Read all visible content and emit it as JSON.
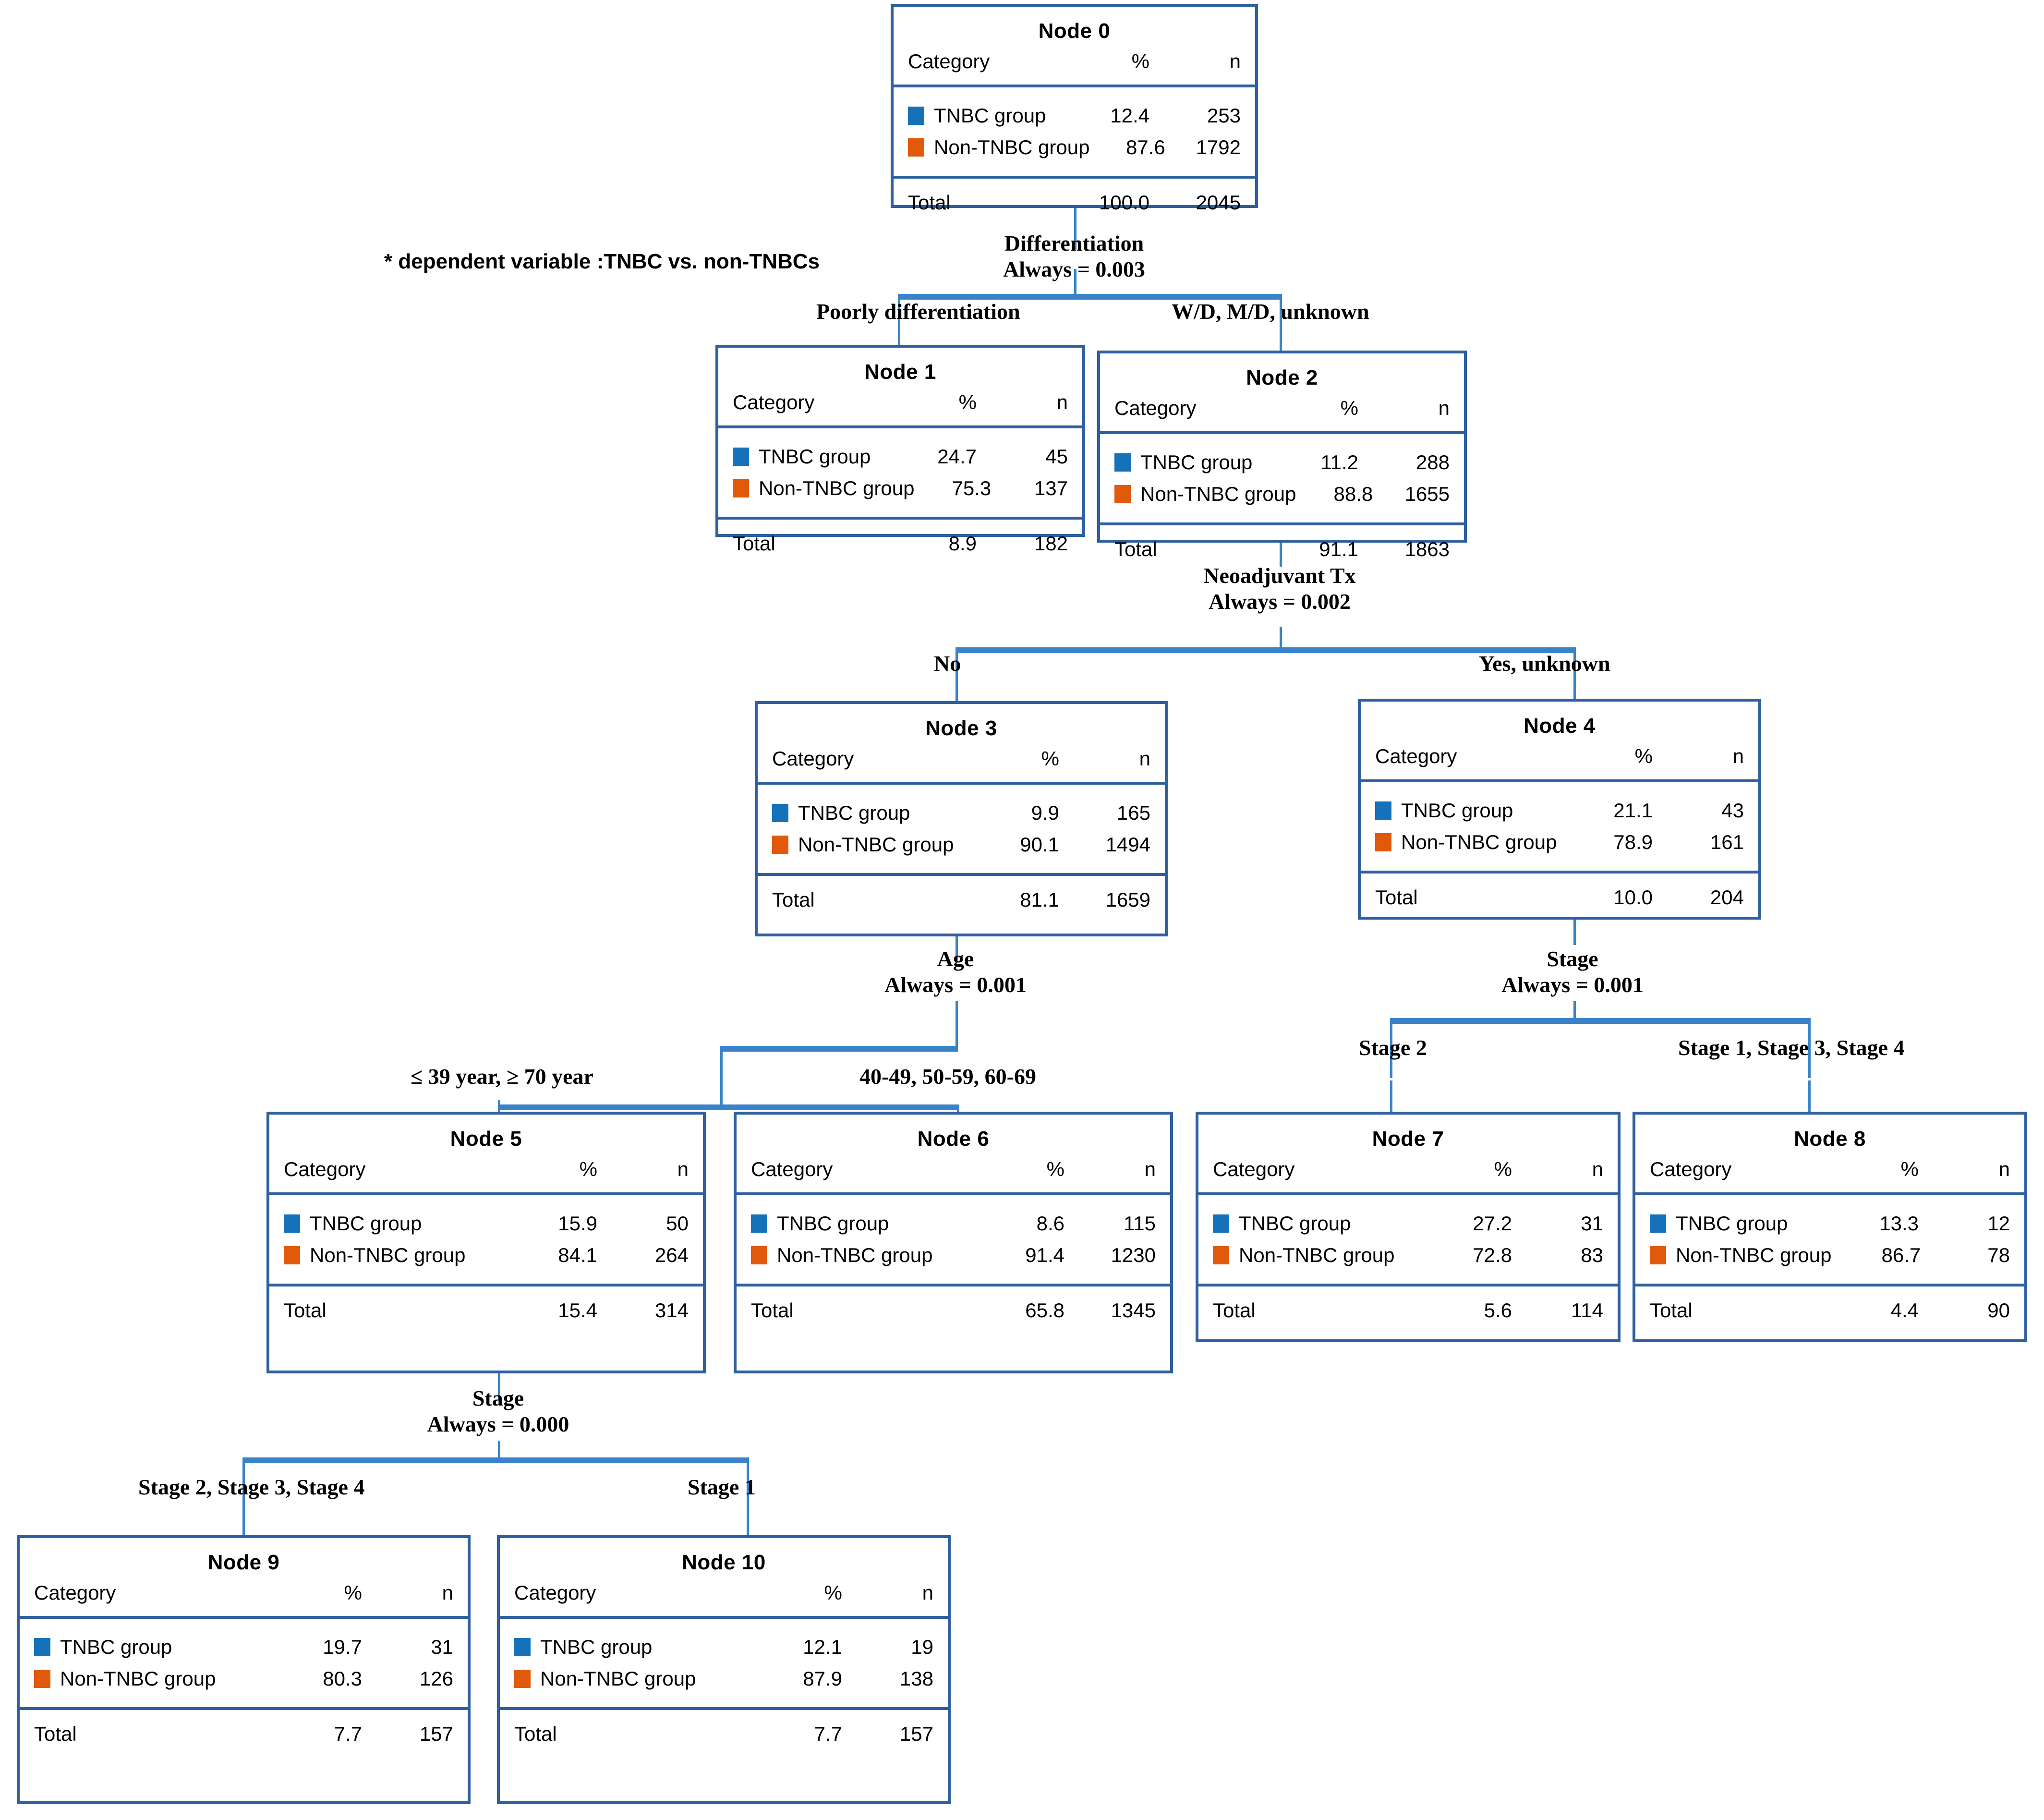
{
  "footnote": "* dependent variable :TNBC  vs.  non-TNBCs",
  "columns": {
    "category": "Category",
    "percent": "%",
    "count": "n",
    "total": "Total"
  },
  "legend": {
    "tnbc": "TNBC group",
    "non_tnbc": "Non-TNBC group",
    "tnbc_color": "#1572b8",
    "non_tnbc_color": "#e1590b"
  },
  "colors": {
    "node_border": "#2e5f9e",
    "connector": "#3b83c9",
    "background": "#ffffff",
    "text": "#000000"
  },
  "chart_data": {
    "type": "table",
    "title": "CHAID decision tree: TNBC vs non-TNBC",
    "dependent_variable": "TNBC vs. non-TNBCs",
    "categories": [
      "TNBC group",
      "Non-TNBC group"
    ],
    "nodes": [
      {
        "id": 0,
        "label": "Node 0",
        "tnbc_pct": 12.4,
        "tnbc_n": 253,
        "non_tnbc_pct": 87.6,
        "non_tnbc_n": 1792,
        "total_pct": 100.0,
        "total_n": 2045
      },
      {
        "id": 1,
        "label": "Node 1",
        "tnbc_pct": 24.7,
        "tnbc_n": 45,
        "non_tnbc_pct": 75.3,
        "non_tnbc_n": 137,
        "total_pct": 8.9,
        "total_n": 182
      },
      {
        "id": 2,
        "label": "Node 2",
        "tnbc_pct": 11.2,
        "tnbc_n": 288,
        "non_tnbc_pct": 88.8,
        "non_tnbc_n": 1655,
        "total_pct": 91.1,
        "total_n": 1863
      },
      {
        "id": 3,
        "label": "Node 3",
        "tnbc_pct": 9.9,
        "tnbc_n": 165,
        "non_tnbc_pct": 90.1,
        "non_tnbc_n": 1494,
        "total_pct": 81.1,
        "total_n": 1659
      },
      {
        "id": 4,
        "label": "Node 4",
        "tnbc_pct": 21.1,
        "tnbc_n": 43,
        "non_tnbc_pct": 78.9,
        "non_tnbc_n": 161,
        "total_pct": 10.0,
        "total_n": 204
      },
      {
        "id": 5,
        "label": "Node 5",
        "tnbc_pct": 15.9,
        "tnbc_n": 50,
        "non_tnbc_pct": 84.1,
        "non_tnbc_n": 264,
        "total_pct": 15.4,
        "total_n": 314
      },
      {
        "id": 6,
        "label": "Node 6",
        "tnbc_pct": 8.6,
        "tnbc_n": 115,
        "non_tnbc_pct": 91.4,
        "non_tnbc_n": 1230,
        "total_pct": 65.8,
        "total_n": 1345
      },
      {
        "id": 7,
        "label": "Node 7",
        "tnbc_pct": 27.2,
        "tnbc_n": 31,
        "non_tnbc_pct": 72.8,
        "non_tnbc_n": 83,
        "total_pct": 5.6,
        "total_n": 114
      },
      {
        "id": 8,
        "label": "Node 8",
        "tnbc_pct": 13.3,
        "tnbc_n": 12,
        "non_tnbc_pct": 86.7,
        "non_tnbc_n": 78,
        "total_pct": 4.4,
        "total_n": 90
      },
      {
        "id": 9,
        "label": "Node 9",
        "tnbc_pct": 19.7,
        "tnbc_n": 31,
        "non_tnbc_pct": 80.3,
        "non_tnbc_n": 126,
        "total_pct": 7.7,
        "total_n": 157
      },
      {
        "id": 10,
        "label": "Node 10",
        "tnbc_pct": 12.1,
        "tnbc_n": 19,
        "non_tnbc_pct": 87.9,
        "non_tnbc_n": 138,
        "total_pct": 7.7,
        "total_n": 157
      }
    ],
    "splits": [
      {
        "parent": 0,
        "variable": "Differentiation",
        "p_label": "Always = 0.003",
        "branches": [
          {
            "label": "Poorly differentiation",
            "child": 1
          },
          {
            "label": "W/D, M/D, unknown",
            "child": 2
          }
        ]
      },
      {
        "parent": 2,
        "variable": "Neoadjuvant Tx",
        "p_label": "Always = 0.002",
        "branches": [
          {
            "label": "No",
            "child": 3
          },
          {
            "label": "Yes, unknown",
            "child": 4
          }
        ]
      },
      {
        "parent": 3,
        "variable": "Age",
        "p_label": "Always = 0.001",
        "branches": [
          {
            "label": "≤ 39 year, ≥ 70 year",
            "child": 5
          },
          {
            "label": "40-49, 50-59, 60-69",
            "child": 6
          }
        ]
      },
      {
        "parent": 4,
        "variable": "Stage",
        "p_label": "Always = 0.001",
        "branches": [
          {
            "label": "Stage 2",
            "child": 7
          },
          {
            "label": "Stage 1, Stage 3, Stage 4",
            "child": 8
          }
        ]
      },
      {
        "parent": 5,
        "variable": "Stage",
        "p_label": "Always = 0.000",
        "branches": [
          {
            "label": "Stage 2, Stage 3, Stage 4",
            "child": 9
          },
          {
            "label": "Stage 1",
            "child": 10
          }
        ]
      }
    ]
  },
  "nodes": {
    "n0": {
      "title": "Node 0",
      "tnbc_pct": "12.4",
      "tnbc_n": "253",
      "ntnbc_pct": "87.6",
      "ntnbc_n": "1792",
      "tot_pct": "100.0",
      "tot_n": "2045"
    },
    "n1": {
      "title": "Node 1",
      "tnbc_pct": "24.7",
      "tnbc_n": "45",
      "ntnbc_pct": "75.3",
      "ntnbc_n": "137",
      "tot_pct": "8.9",
      "tot_n": "182"
    },
    "n2": {
      "title": "Node 2",
      "tnbc_pct": "11.2",
      "tnbc_n": "288",
      "ntnbc_pct": "88.8",
      "ntnbc_n": "1655",
      "tot_pct": "91.1",
      "tot_n": "1863"
    },
    "n3": {
      "title": "Node 3",
      "tnbc_pct": "9.9",
      "tnbc_n": "165",
      "ntnbc_pct": "90.1",
      "ntnbc_n": "1494",
      "tot_pct": "81.1",
      "tot_n": "1659"
    },
    "n4": {
      "title": "Node 4",
      "tnbc_pct": "21.1",
      "tnbc_n": "43",
      "ntnbc_pct": "78.9",
      "ntnbc_n": "161",
      "tot_pct": "10.0",
      "tot_n": "204"
    },
    "n5": {
      "title": "Node 5",
      "tnbc_pct": "15.9",
      "tnbc_n": "50",
      "ntnbc_pct": "84.1",
      "ntnbc_n": "264",
      "tot_pct": "15.4",
      "tot_n": "314"
    },
    "n6": {
      "title": "Node 6",
      "tnbc_pct": "8.6",
      "tnbc_n": "115",
      "ntnbc_pct": "91.4",
      "ntnbc_n": "1230",
      "tot_pct": "65.8",
      "tot_n": "1345"
    },
    "n7": {
      "title": "Node 7",
      "tnbc_pct": "27.2",
      "tnbc_n": "31",
      "ntnbc_pct": "72.8",
      "ntnbc_n": "83",
      "tot_pct": "5.6",
      "tot_n": "114"
    },
    "n8": {
      "title": "Node 8",
      "tnbc_pct": "13.3",
      "tnbc_n": "12",
      "ntnbc_pct": "86.7",
      "ntnbc_n": "78",
      "tot_pct": "4.4",
      "tot_n": "90"
    },
    "n9": {
      "title": "Node 9",
      "tnbc_pct": "19.7",
      "tnbc_n": "31",
      "ntnbc_pct": "80.3",
      "ntnbc_n": "126",
      "tot_pct": "7.7",
      "tot_n": "157"
    },
    "n10": {
      "title": "Node 10",
      "tnbc_pct": "12.1",
      "tnbc_n": "19",
      "ntnbc_pct": "87.9",
      "ntnbc_n": "138",
      "tot_pct": "7.7",
      "tot_n": "157"
    }
  },
  "splits": {
    "s0": {
      "variable": "Differentiation",
      "p": "Always = 0.003",
      "left": "Poorly differentiation",
      "right": "W/D, M/D, unknown"
    },
    "s2": {
      "variable": "Neoadjuvant Tx",
      "p": "Always = 0.002",
      "left": "No",
      "right": "Yes, unknown"
    },
    "s3": {
      "variable": "Age",
      "p": "Always = 0.001",
      "left": "≤ 39 year, ≥ 70 year",
      "right": "40-49, 50-59, 60-69"
    },
    "s4": {
      "variable": "Stage",
      "p": "Always = 0.001",
      "left": "Stage 2",
      "right": "Stage 1, Stage 3, Stage 4"
    },
    "s5": {
      "variable": "Stage",
      "p": "Always = 0.000",
      "left": "Stage 2, Stage 3, Stage 4",
      "right": "Stage 1"
    }
  }
}
